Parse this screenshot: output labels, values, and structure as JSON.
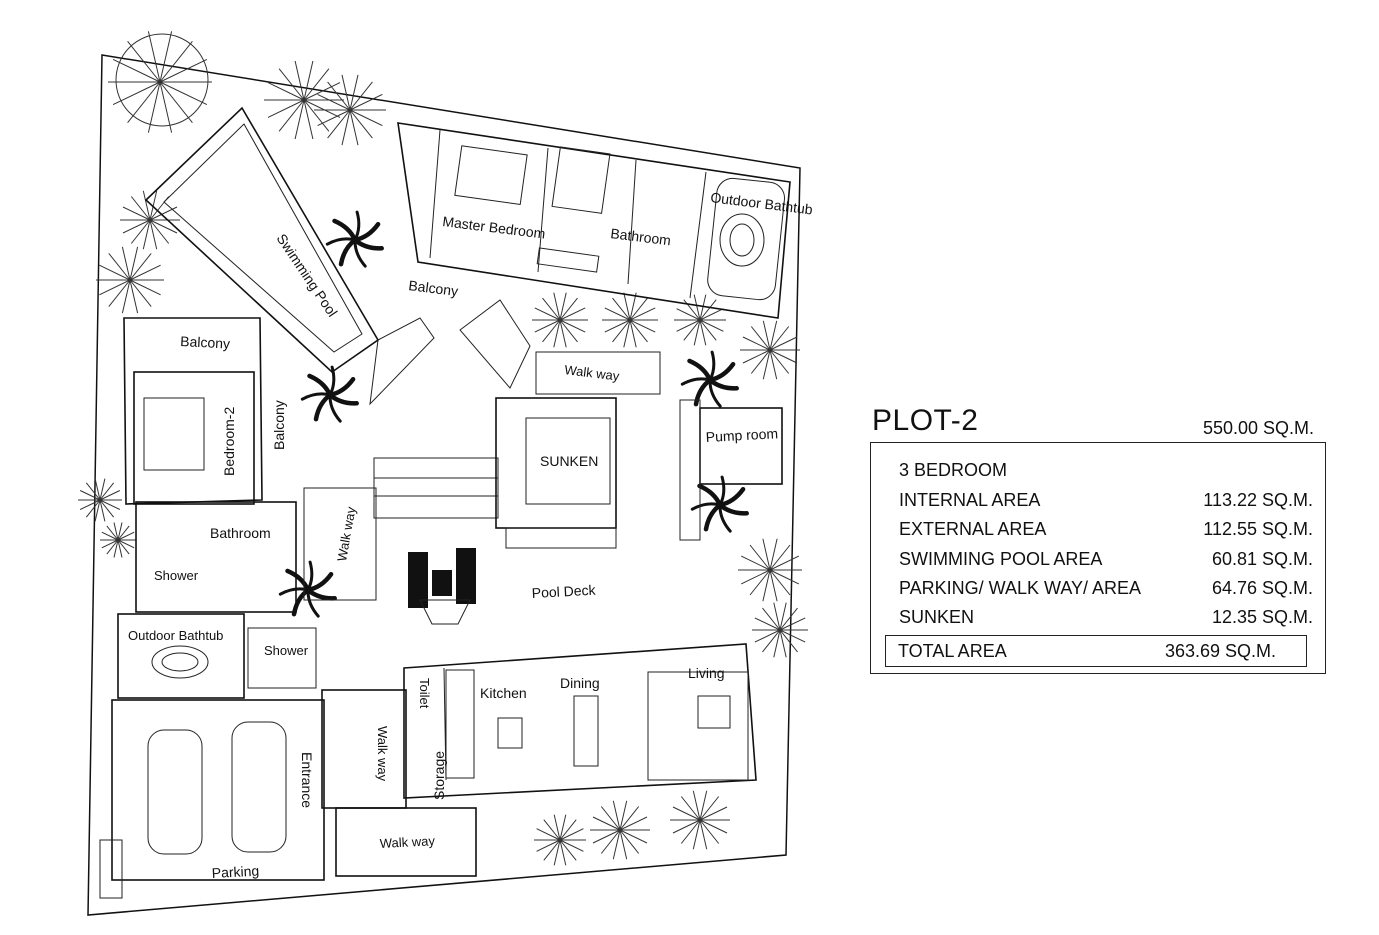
{
  "plan": {
    "rooms": {
      "master_bedroom": "Master Bedroom",
      "bathroom_master": "Bathroom",
      "outdoor_bathtub_top": "Outdoor Bathtub",
      "swimming_pool": "Swimming Pool",
      "balcony_top": "Balcony",
      "balcony_left": "Balcony",
      "balcony_vertical": "Balcony",
      "bedroom_2": "Bedroom-2",
      "bathroom_2": "Bathroom",
      "shower_1": "Shower",
      "shower_2": "Shower",
      "outdoor_bathtub_bottom": "Outdoor Bathtub",
      "walk_way_top": "Walk way",
      "walk_way_left": "Walk way",
      "walk_way_mid": "Walk way",
      "walk_way_bottom": "Walk way",
      "sunken": "SUNKEN",
      "pump_room": "Pump room",
      "pool_deck": "Pool Deck",
      "toilet": "Toilet",
      "kitchen": "Kitchen",
      "dining": "Dining",
      "living": "Living",
      "storage": "Storage",
      "entrance": "Entrance",
      "parking": "Parking"
    }
  },
  "summary": {
    "title": "PLOT-2",
    "plot_area": "550.00 SQ.M.",
    "bedrooms": "3 BEDROOM",
    "rows": [
      {
        "label": "INTERNAL AREA",
        "value": "113.22 SQ.M."
      },
      {
        "label": "EXTERNAL AREA",
        "value": "112.55 SQ.M."
      },
      {
        "label": "SWIMMING POOL  AREA",
        "value": "60.81 SQ.M."
      },
      {
        "label": "PARKING/ WALK WAY/ AREA",
        "value": "64.76 SQ.M."
      },
      {
        "label": "SUNKEN",
        "value": "12.35 SQ.M."
      }
    ],
    "total_label": "TOTAL AREA",
    "total_value": "363.69 SQ.M."
  }
}
